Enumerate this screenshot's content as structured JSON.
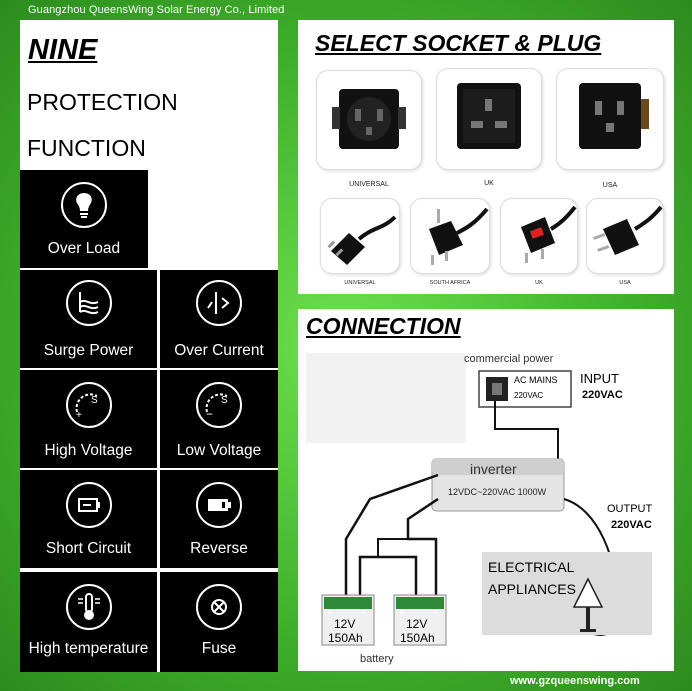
{
  "company": "Guangzhou QueensWing Solar Energy Co., Limited",
  "website": "www.gzqueenswing.com",
  "protection": {
    "title": "NINE",
    "line1": "PROTECTION",
    "line2": "FUNCTION",
    "items": [
      {
        "label": "Over Load",
        "icon": "light-bulb-icon"
      },
      {
        "label": "Surge Power",
        "icon": "surge-wave-icon"
      },
      {
        "label": "Over Current",
        "icon": "current-icon"
      },
      {
        "label": "High Voltage",
        "icon": "high-voltage-icon"
      },
      {
        "label": "Low Voltage",
        "icon": "low-voltage-icon"
      },
      {
        "label": "Short Circuit",
        "icon": "short-circuit-icon"
      },
      {
        "label": "Reverse",
        "icon": "battery-reverse-icon"
      },
      {
        "label": "High temperature",
        "icon": "thermometer-icon"
      },
      {
        "label": "Fuse",
        "icon": "fuse-icon"
      }
    ]
  },
  "sockets": {
    "title": "SELECT SOCKET & PLUG",
    "socket_labels": [
      "UNIVERSAL",
      "UK",
      "USA"
    ],
    "plug_labels": [
      "UNIVERSAL",
      "SOUTH AFRICA",
      "UK",
      "USA"
    ]
  },
  "connection": {
    "title": "CONNECTION",
    "commercial_power": "commercial power",
    "ac_mains": "AC MAINS",
    "ac_mains_voltage": "220VAC",
    "input": "INPUT",
    "input_voltage": "220VAC",
    "inverter": "inverter",
    "inverter_spec": "12VDC~220VAC 1000W",
    "output": "OUTPUT",
    "output_voltage": "220VAC",
    "appliances_1": "ELECTRICAL",
    "appliances_2": "APPLIANCES",
    "battery_voltage": "12V",
    "battery_capacity": "150Ah",
    "battery": "battery"
  }
}
